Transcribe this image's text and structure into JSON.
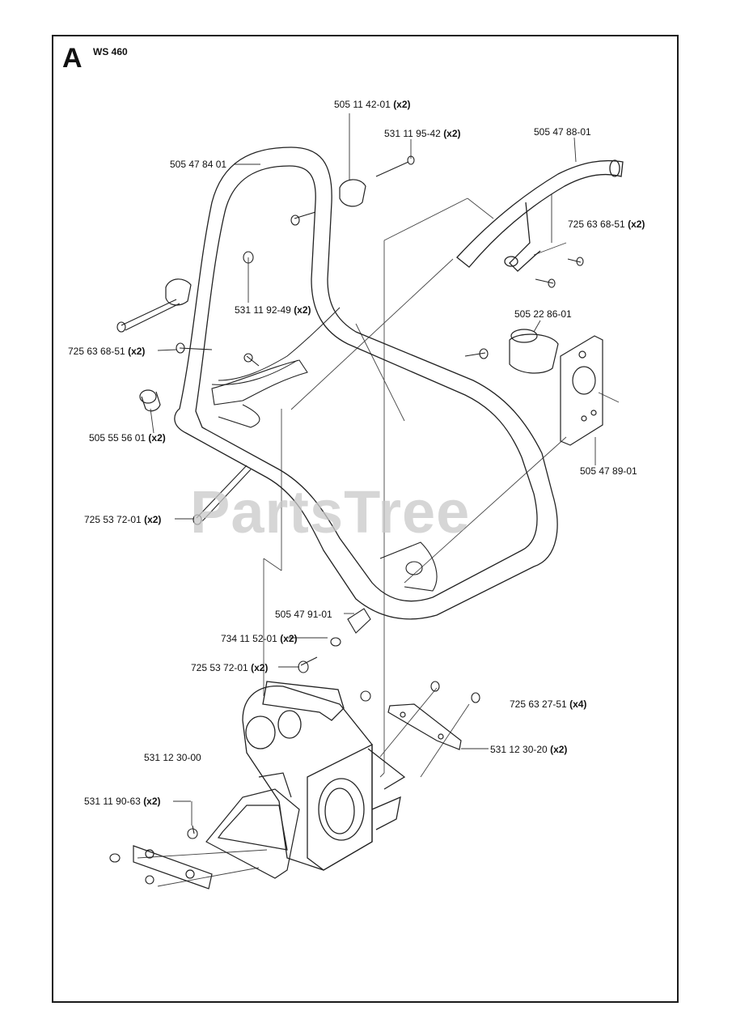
{
  "section": "A",
  "model": "WS 460",
  "watermark": "PartsTree",
  "parts": [
    {
      "id": "505-11-42-01",
      "number": "505 11 42-01",
      "qty": "(x2)"
    },
    {
      "id": "531-11-95-42",
      "number": "531 11 95-42",
      "qty": "(x2)"
    },
    {
      "id": "505-47-88-01",
      "number": "505 47 88-01",
      "qty": ""
    },
    {
      "id": "505-47-84-01",
      "number": "505 47 84 01",
      "qty": ""
    },
    {
      "id": "725-63-68-51-top",
      "number": "725 63 68-51",
      "qty": "(x2)"
    },
    {
      "id": "531-11-92-49",
      "number": "531 11 92-49",
      "qty": "(x2)"
    },
    {
      "id": "505-22-86-01",
      "number": "505 22 86-01",
      "qty": ""
    },
    {
      "id": "725-63-68-51-left",
      "number": "725 63 68-51",
      "qty": "(x2)"
    },
    {
      "id": "505-55-56-01",
      "number": "505 55 56 01",
      "qty": "(x2)"
    },
    {
      "id": "505-47-89-01",
      "number": "505 47 89-01",
      "qty": ""
    },
    {
      "id": "725-53-72-01-upper",
      "number": "725 53 72-01",
      "qty": "(x2)"
    },
    {
      "id": "505-47-91-01",
      "number": "505 47 91-01",
      "qty": ""
    },
    {
      "id": "734-11-52-01",
      "number": "734 11 52-01",
      "qty": "(x2)"
    },
    {
      "id": "725-53-72-01-lower",
      "number": "725 53 72-01",
      "qty": "(x2)"
    },
    {
      "id": "725-63-27-51",
      "number": "725 63 27-51",
      "qty": "(x4)"
    },
    {
      "id": "531-12-30-20",
      "number": "531 12 30-20",
      "qty": "(x2)"
    },
    {
      "id": "531-12-30-00",
      "number": "531 12 30-00",
      "qty": ""
    },
    {
      "id": "531-11-90-63",
      "number": "531 11 90-63",
      "qty": "(x2)"
    }
  ]
}
